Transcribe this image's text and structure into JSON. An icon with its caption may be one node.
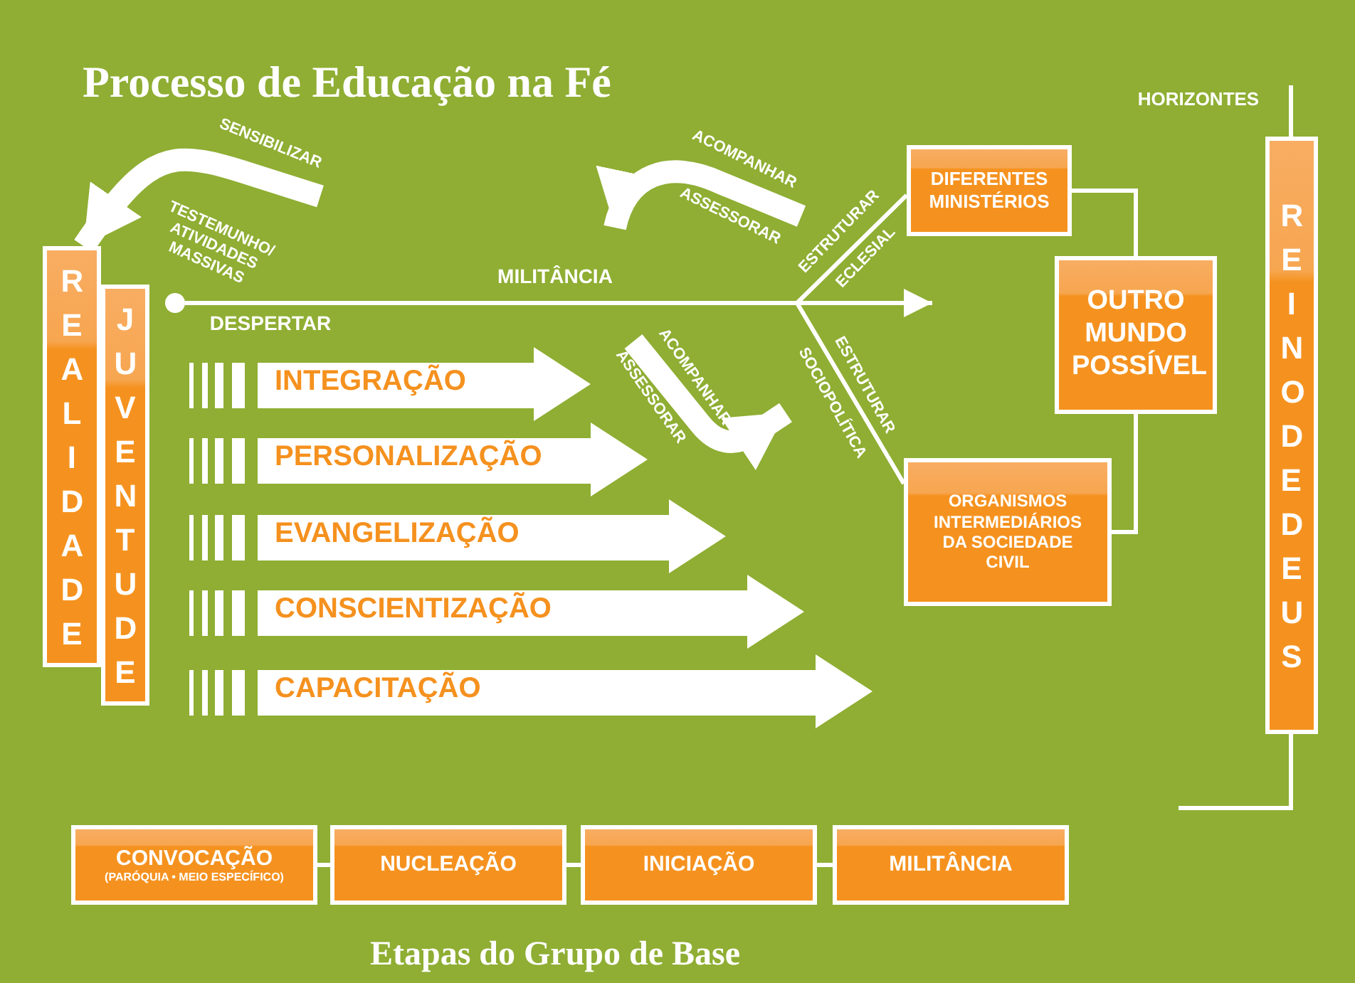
{
  "diagram": {
    "title": "Processo de Educação na Fé",
    "caption": "Etapas do Grupo de Base",
    "nodes": [
      {
        "text": [
          "REALIDADE"
        ]
      },
      {
        "text": [
          "JUVENTUDE"
        ]
      },
      {
        "text": [],
        "shape": "circle"
      },
      {
        "text": [
          "DIFERENTES MINISTÉRIOS"
        ]
      },
      {
        "text": [
          "OUTRO MUNDO POSSÍVEL"
        ]
      },
      {
        "text": [
          "ORGANISMOS INTERMEDIÁRIOS DA SOCIEDADE CIVIL"
        ]
      },
      {
        "text": [
          "REINO DE DEUS"
        ]
      },
      {
        "text": [
          "INTEGRAÇÃO"
        ]
      },
      {
        "text": [
          "PERSONALIZAÇÃO"
        ]
      },
      {
        "text": [
          "EVANGELIZAÇÃO"
        ]
      },
      {
        "text": [
          "CONSCIENTIZAÇÃO"
        ]
      },
      {
        "text": [
          "CAPACITAÇÃO"
        ]
      },
      {
        "text": [
          "CONVOCAÇÃO",
          "(PARÓQUIA • MEIO ESPECÍFICO)"
        ]
      },
      {
        "text": [
          "NUCLEAÇÃO"
        ]
      },
      {
        "text": [
          "INICIAÇÃO"
        ]
      },
      {
        "text": [
          "MILITÂNCIA"
        ]
      }
    ],
    "edges": [
      {
        "from": 2,
        "to": null,
        "arrow": "to",
        "label": "MILITÂNCIA"
      },
      {
        "from": 2,
        "to": 3,
        "arrow": "none",
        "label": "ESTRUTURAR ECLESIAL"
      },
      {
        "from": 2,
        "to": 5,
        "arrow": "none",
        "label": "ESTRUTURAR SOCIOPOLÍTICA"
      },
      {
        "from": 3,
        "to": 4,
        "arrow": "none"
      },
      {
        "from": 5,
        "to": 4,
        "arrow": "none"
      },
      {
        "from": 12,
        "to": 13,
        "arrow": "none"
      },
      {
        "from": 13,
        "to": 14,
        "arrow": "none"
      },
      {
        "from": 14,
        "to": 15,
        "arrow": "none"
      },
      {
        "from": null,
        "to": 0,
        "arrow": "to",
        "label": "SENSIBILIZAR",
        "style": "thick"
      }
    ],
    "labels": [
      "HORIZONTES",
      "ACOMPANHAR",
      "ASSESSORAR",
      "TESTEMUNHO/ ATIVIDADES MASSIVAS",
      "DESPERTAR",
      "ACOMPANHAR",
      "ASSESSORAR"
    ]
  }
}
